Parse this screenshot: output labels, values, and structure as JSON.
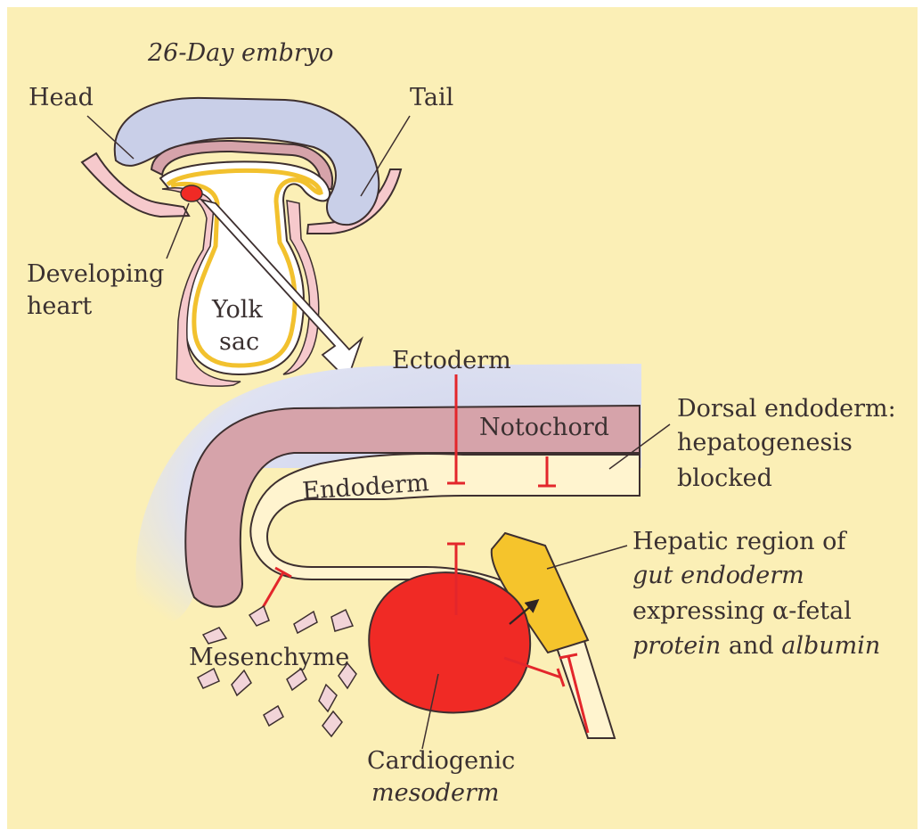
{
  "colors": {
    "background": "#fbefb6",
    "ectoderm": "#c9cfe8",
    "notochord_mesoderm": "#d6a3aa",
    "endoderm": "#fff4cf",
    "yolk_sac_line": "#f2c12e",
    "heart": "#f02a25",
    "hepatic_region": "#f5c42c",
    "inhibition": "#e3262b",
    "mesenchyme": "#f2d4d8",
    "outline": "#3d2f2f"
  },
  "labels": {
    "embryo_title": "26-Day embryo",
    "head": "Head",
    "tail": "Tail",
    "developing_heart_line1": "Developing",
    "developing_heart_line2": "heart",
    "yolk_sac_line1": "Yolk",
    "yolk_sac_line2": "sac",
    "ectoderm": "Ectoderm",
    "notochord": "Notochord",
    "endoderm": "Endoderm",
    "dorsal_line1": "Dorsal endoderm:",
    "dorsal_line2": "hepatogenesis",
    "dorsal_line3": "blocked",
    "hepatic_line1": "Hepatic region of",
    "hepatic_line2": "gut endoderm",
    "hepatic_line3": "expressing α-fetal",
    "hepatic_line4a": "protein",
    "hepatic_line4b": " and ",
    "hepatic_line4c": "albumin",
    "mesenchyme": "Mesenchyme",
    "cardiogenic_line1": "Cardiogenic",
    "cardiogenic_line2": "mesoderm"
  }
}
